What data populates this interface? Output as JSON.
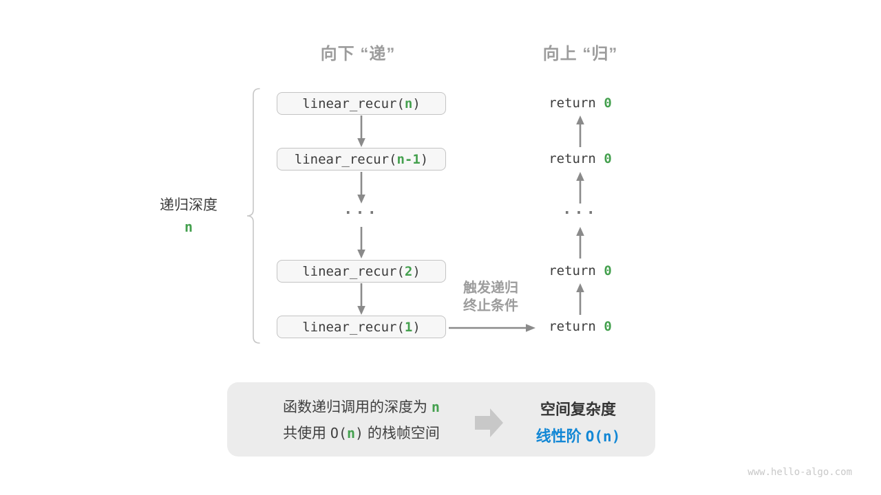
{
  "headers": {
    "down": "向下 “递”",
    "up": "向上 “归”"
  },
  "depth_label": {
    "title": "递归深度",
    "value": "n"
  },
  "call_stack": {
    "boxes": [
      {
        "pre": "linear_recur(",
        "arg": "n",
        "post": ")"
      },
      {
        "pre": "linear_recur(",
        "arg": "n-1",
        "post": ")"
      },
      {
        "pre": "linear_recur(",
        "arg": "2",
        "post": ")"
      },
      {
        "pre": "linear_recur(",
        "arg": "1",
        "post": ")"
      }
    ],
    "ellipsis": "···"
  },
  "returns": {
    "items": [
      {
        "pre": "return ",
        "val": "0"
      },
      {
        "pre": "return ",
        "val": "0"
      },
      {
        "pre": "return ",
        "val": "0"
      },
      {
        "pre": "return ",
        "val": "0"
      }
    ],
    "ellipsis": "···"
  },
  "termination_note": {
    "line1": "触发递归",
    "line2": "终止条件"
  },
  "summary": {
    "left_line1": {
      "text": "函数递归调用的深度为 ",
      "n": "n"
    },
    "left_line2": {
      "pre": "共使用 ",
      "code_open": "O(",
      "n": "n",
      "code_close": ")",
      "post": " 的栈帧空间"
    },
    "right_title": "空间复杂度",
    "right_value": {
      "label": "线性阶 ",
      "code": "O(n)"
    }
  },
  "watermark": "www.hello-algo.com",
  "colors": {
    "green": "#44a04e",
    "blue": "#1287d5",
    "arrow_gray": "#8a8a8a",
    "note_gray": "#9c9c9c",
    "box_fill": "#f7f7f7",
    "box_border": "#c3c3c3",
    "summary_fill": "#ececec"
  }
}
